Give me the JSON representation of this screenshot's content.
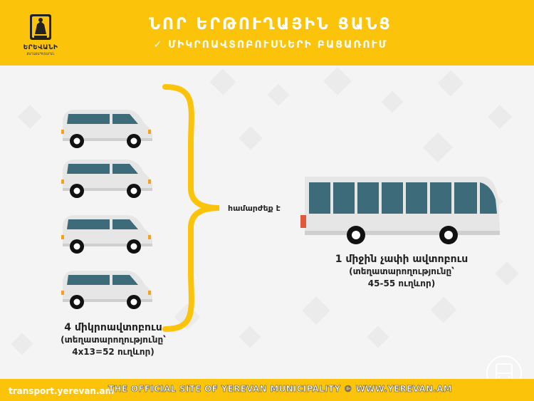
{
  "header": {
    "logo_name": "ԵՐԵՎԱՆԻ",
    "logo_sub": "ՔԱՂԱՔԱՊԵՏԱՐԱՆ",
    "title": "ՆՈՐ ԵՐԹՈՒՂԱՅԻՆ ՑԱՆՑ",
    "subtitle": "✓ ՄԻԿՐՈԱՎՏՈԲՈՒՍՆԵՐԻ ԲԱՑԱՌՈՒՄ"
  },
  "colors": {
    "brand": "#fcc30b",
    "vehicle_body": "#e6e6e6",
    "window": "#3d6b7a",
    "text": "#222222"
  },
  "comparison": {
    "equivalence": "համարժեք է",
    "minibuses": {
      "icon": "minibus-icon",
      "count_label": "4 միկրոավտոբուս",
      "capacity_label": "(տեղատարողությունը՝",
      "capacity_value": "4x13=52 ուղևոր)"
    },
    "bus": {
      "icon": "bus-icon",
      "count_label": "1 միջին չափի ավտոբուս",
      "capacity_label": "(տեղատարողությունը՝",
      "capacity_value": "45-55 ուղևոր)"
    }
  },
  "footer": {
    "url": "transport.yerevan.am",
    "watermark": "THE OFFICIAL SITE OF YEREVAN MUNICIPALITY © WWW.YEREVAN.AM",
    "corner_icon": "bus-front-icon"
  }
}
